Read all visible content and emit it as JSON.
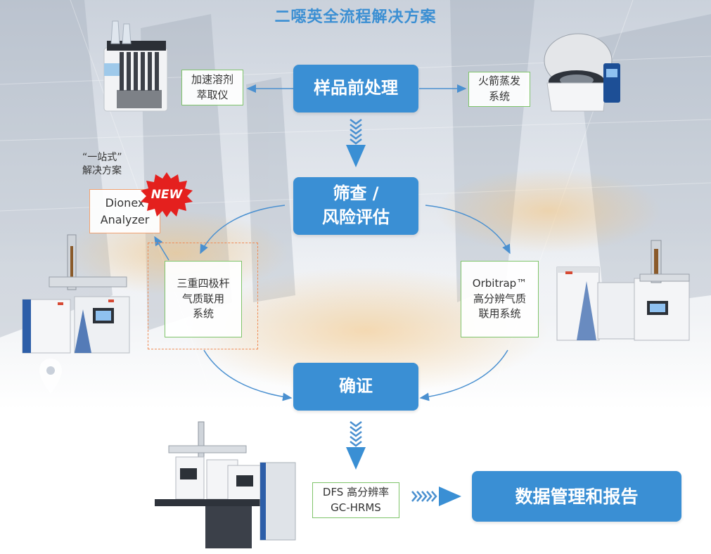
{
  "title": "二噁英全流程解决方案",
  "nodes": {
    "sample_prep": "样品前处理",
    "screening": "筛查 /\n风险评估",
    "confirm": "确证",
    "data_report": "数据管理和报告"
  },
  "side_boxes": {
    "ase": "加速溶剂\n萃取仪",
    "rocket": "火箭蒸发\n系统",
    "dionex": "Dionex\nAnalyzer",
    "tsq": "三重四极杆\n气质联用\n系统",
    "orbitrap": "Orbitrap™\n高分辨气质\n联用系统",
    "dfs": "DFS 高分辨率\nGC-HRMS"
  },
  "notes": {
    "one_stop": "“一站式”\n解决方案",
    "new_badge": "NEW"
  },
  "colors": {
    "accent": "#3a8fd4",
    "title": "#3b8fd3",
    "box_border_green": "#7fc46a",
    "box_border_orange": "#f0a070",
    "badge_red": "#e4201e"
  },
  "icons": {
    "instruments": [
      "ase-instrument-icon",
      "rocket-evaporator-icon",
      "gc-msms-instrument-icon",
      "orbitrap-gc-ms-icon",
      "dfs-hrms-instrument-icon"
    ],
    "location_pin": "location-pin-icon"
  }
}
